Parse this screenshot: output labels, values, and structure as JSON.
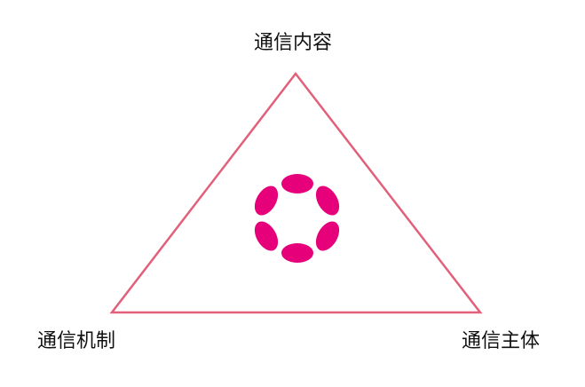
{
  "labels": {
    "top": "通信内容",
    "bottom_left": "通信机制",
    "bottom_right": "通信主体"
  },
  "colors": {
    "triangle_stroke": "#e2607a",
    "logo": "#e6007a",
    "text": "#111111"
  },
  "icons": {
    "center_logo": "polkadot-logo-icon"
  }
}
